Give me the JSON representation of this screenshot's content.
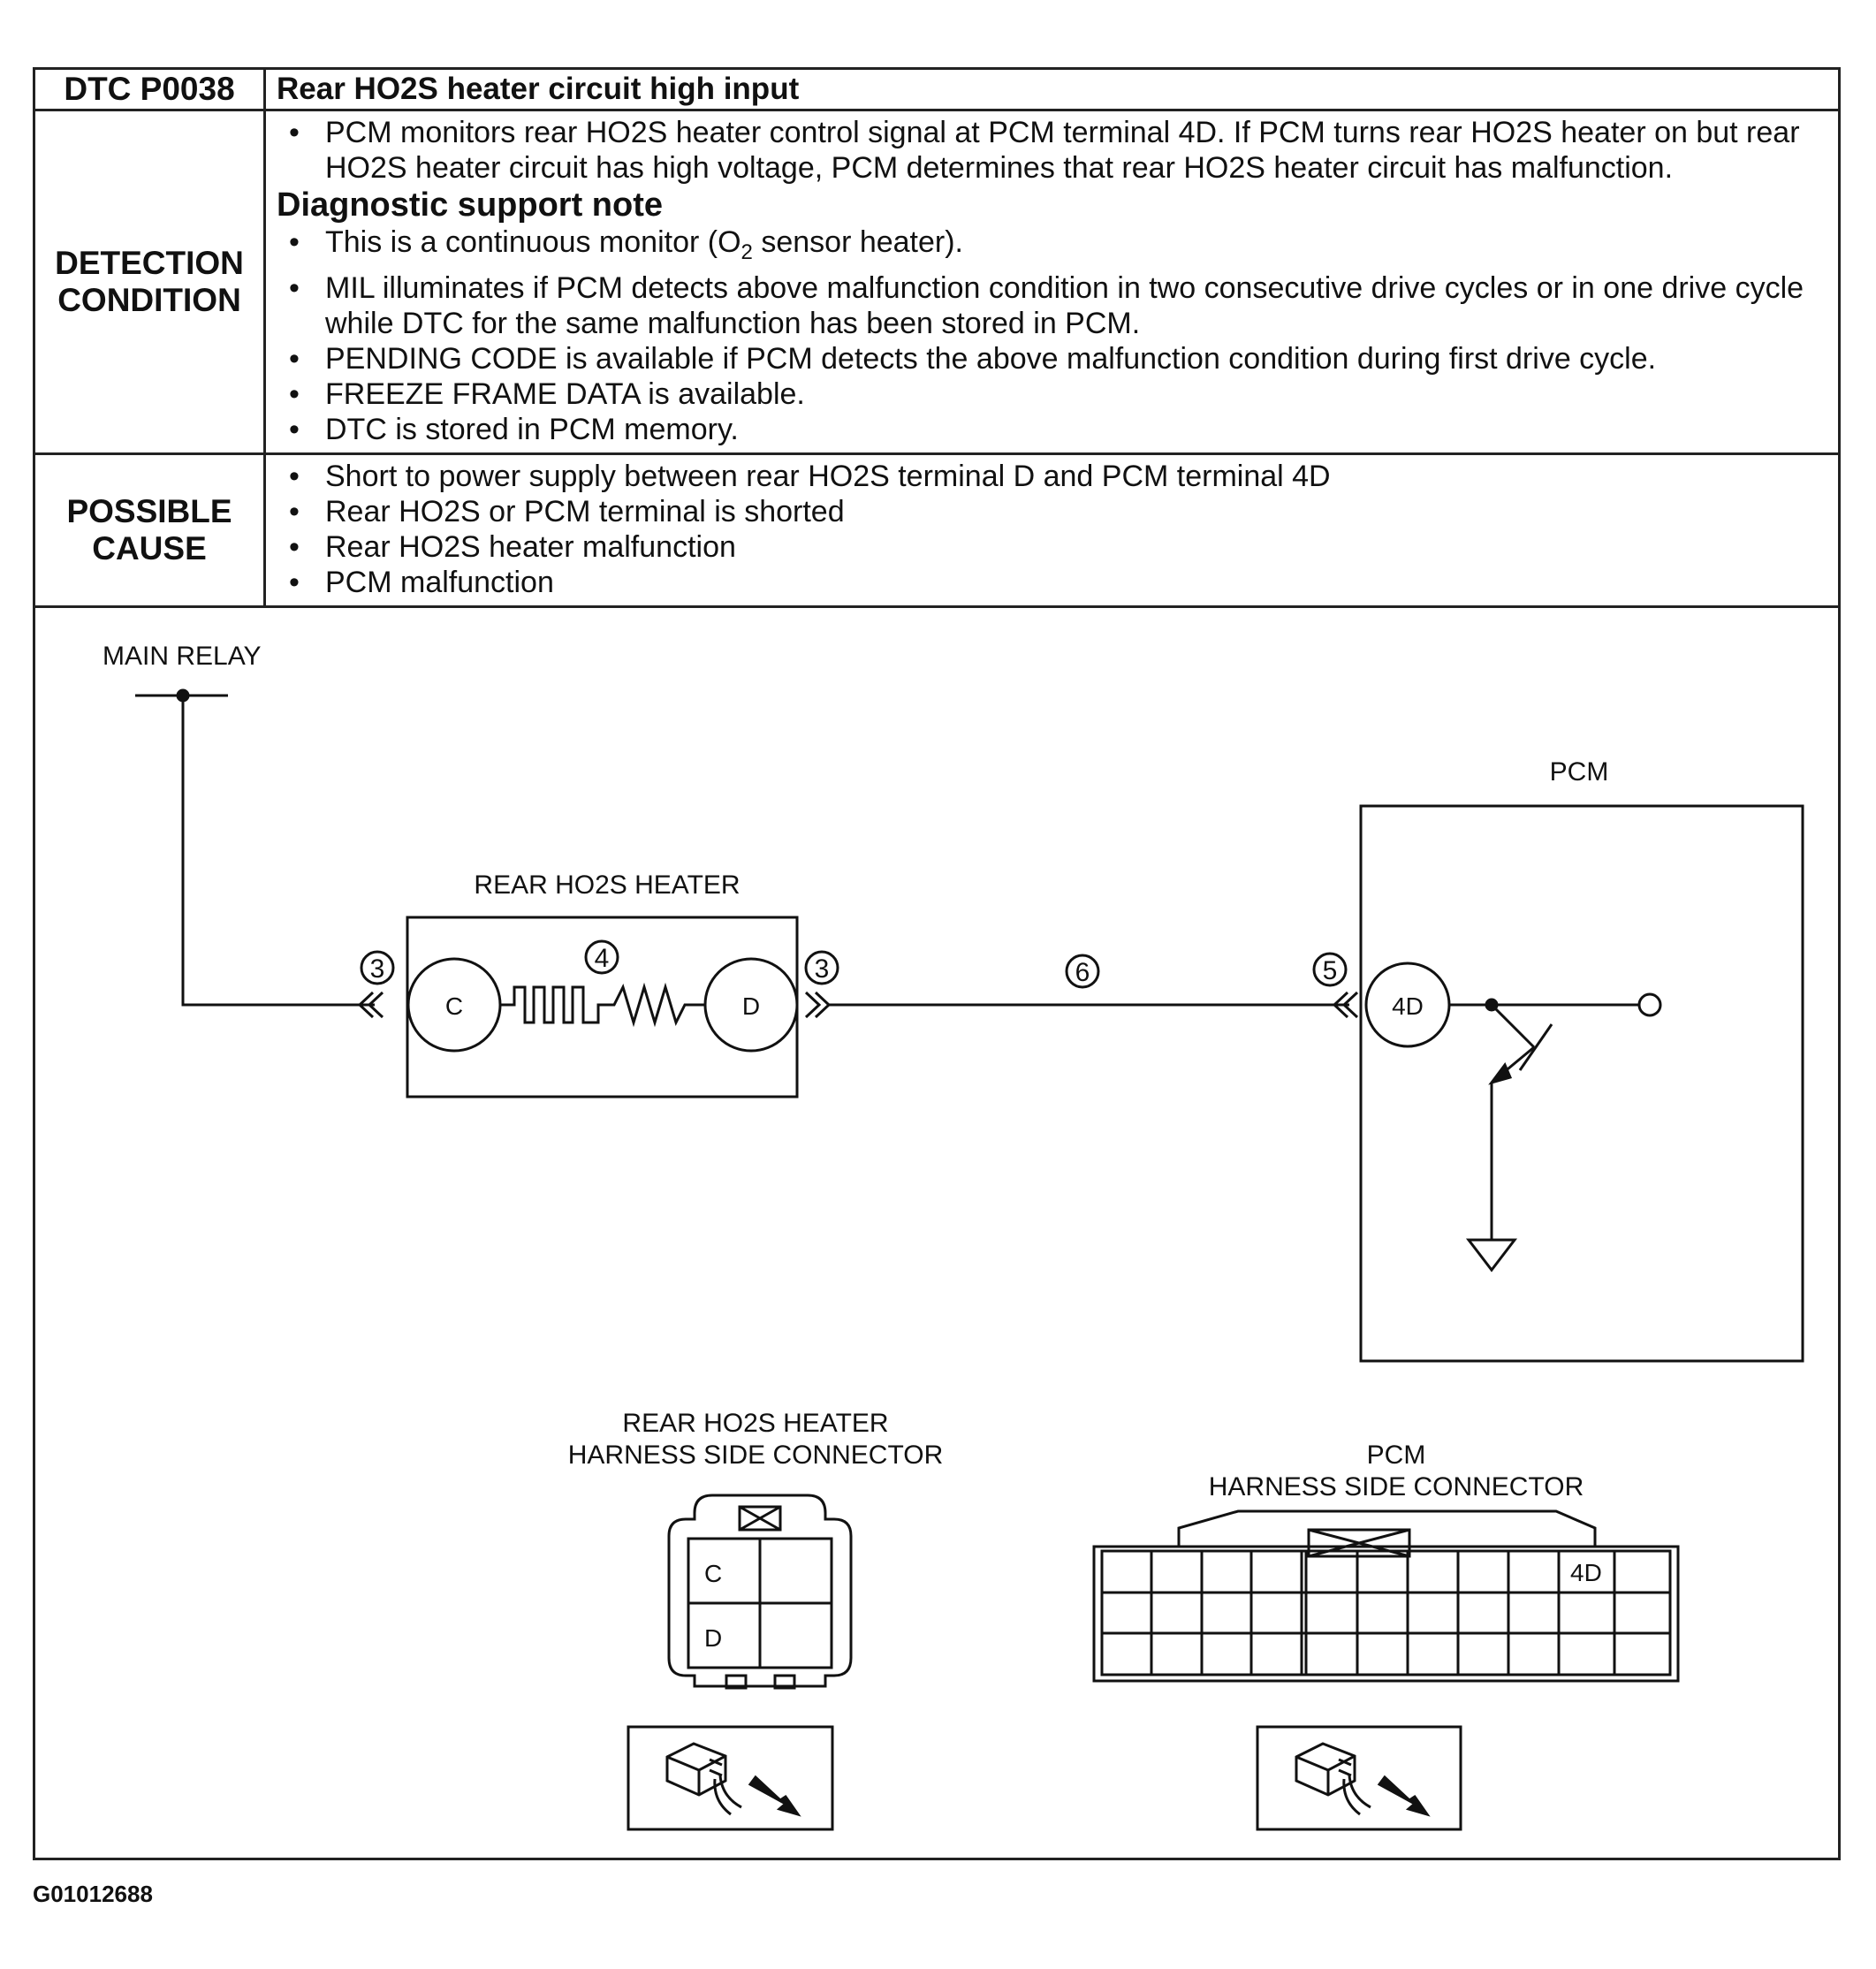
{
  "header": {
    "code": "DTC P0038",
    "title": "Rear HO2S heater circuit high input"
  },
  "detection": {
    "label_line1": "DETECTION",
    "label_line2": "CONDITION",
    "monitor_text": "PCM monitors rear HO2S heater control signal at PCM terminal 4D. If PCM turns rear HO2S heater on but rear HO2S heater circuit has high voltage, PCM determines that rear HO2S heater circuit has malfunction.",
    "note_heading": "Diagnostic support note",
    "note_first_pre": "This is a continuous monitor (O",
    "note_first_sub": "2",
    "note_first_post": " sensor heater).",
    "notes": [
      "MIL illuminates if PCM detects above malfunction condition in two consecutive drive cycles or in one drive cycle while DTC for the same malfunction has been stored in PCM.",
      "PENDING CODE is available if PCM detects the above malfunction condition during first drive cycle.",
      "FREEZE FRAME DATA is available.",
      "DTC is stored in PCM memory."
    ]
  },
  "possible_cause": {
    "label_line1": "POSSIBLE",
    "label_line2": "CAUSE",
    "items": [
      "Short to power supply between rear HO2S terminal D and PCM terminal 4D",
      "Rear HO2S or PCM terminal is shorted",
      "Rear HO2S heater malfunction",
      "PCM malfunction"
    ]
  },
  "diagram": {
    "main_relay": "MAIN RELAY",
    "heater_label": "REAR HO2S HEATER",
    "terminal_c": "C",
    "terminal_d": "D",
    "pcm_label": "PCM",
    "pcm_terminal": "4D",
    "callout_left": "3",
    "callout_heater": "4",
    "callout_right": "3",
    "callout_wire": "6",
    "callout_pcm": "5",
    "heater_connector_line1": "REAR HO2S HEATER",
    "heater_connector_line2": "HARNESS SIDE CONNECTOR",
    "heater_connector_c": "C",
    "heater_connector_d": "D",
    "pcm_connector_line1": "PCM",
    "pcm_connector_line2": "HARNESS SIDE CONNECTOR",
    "pcm_connector_4d": "4D"
  },
  "figure_code": "G01012688"
}
